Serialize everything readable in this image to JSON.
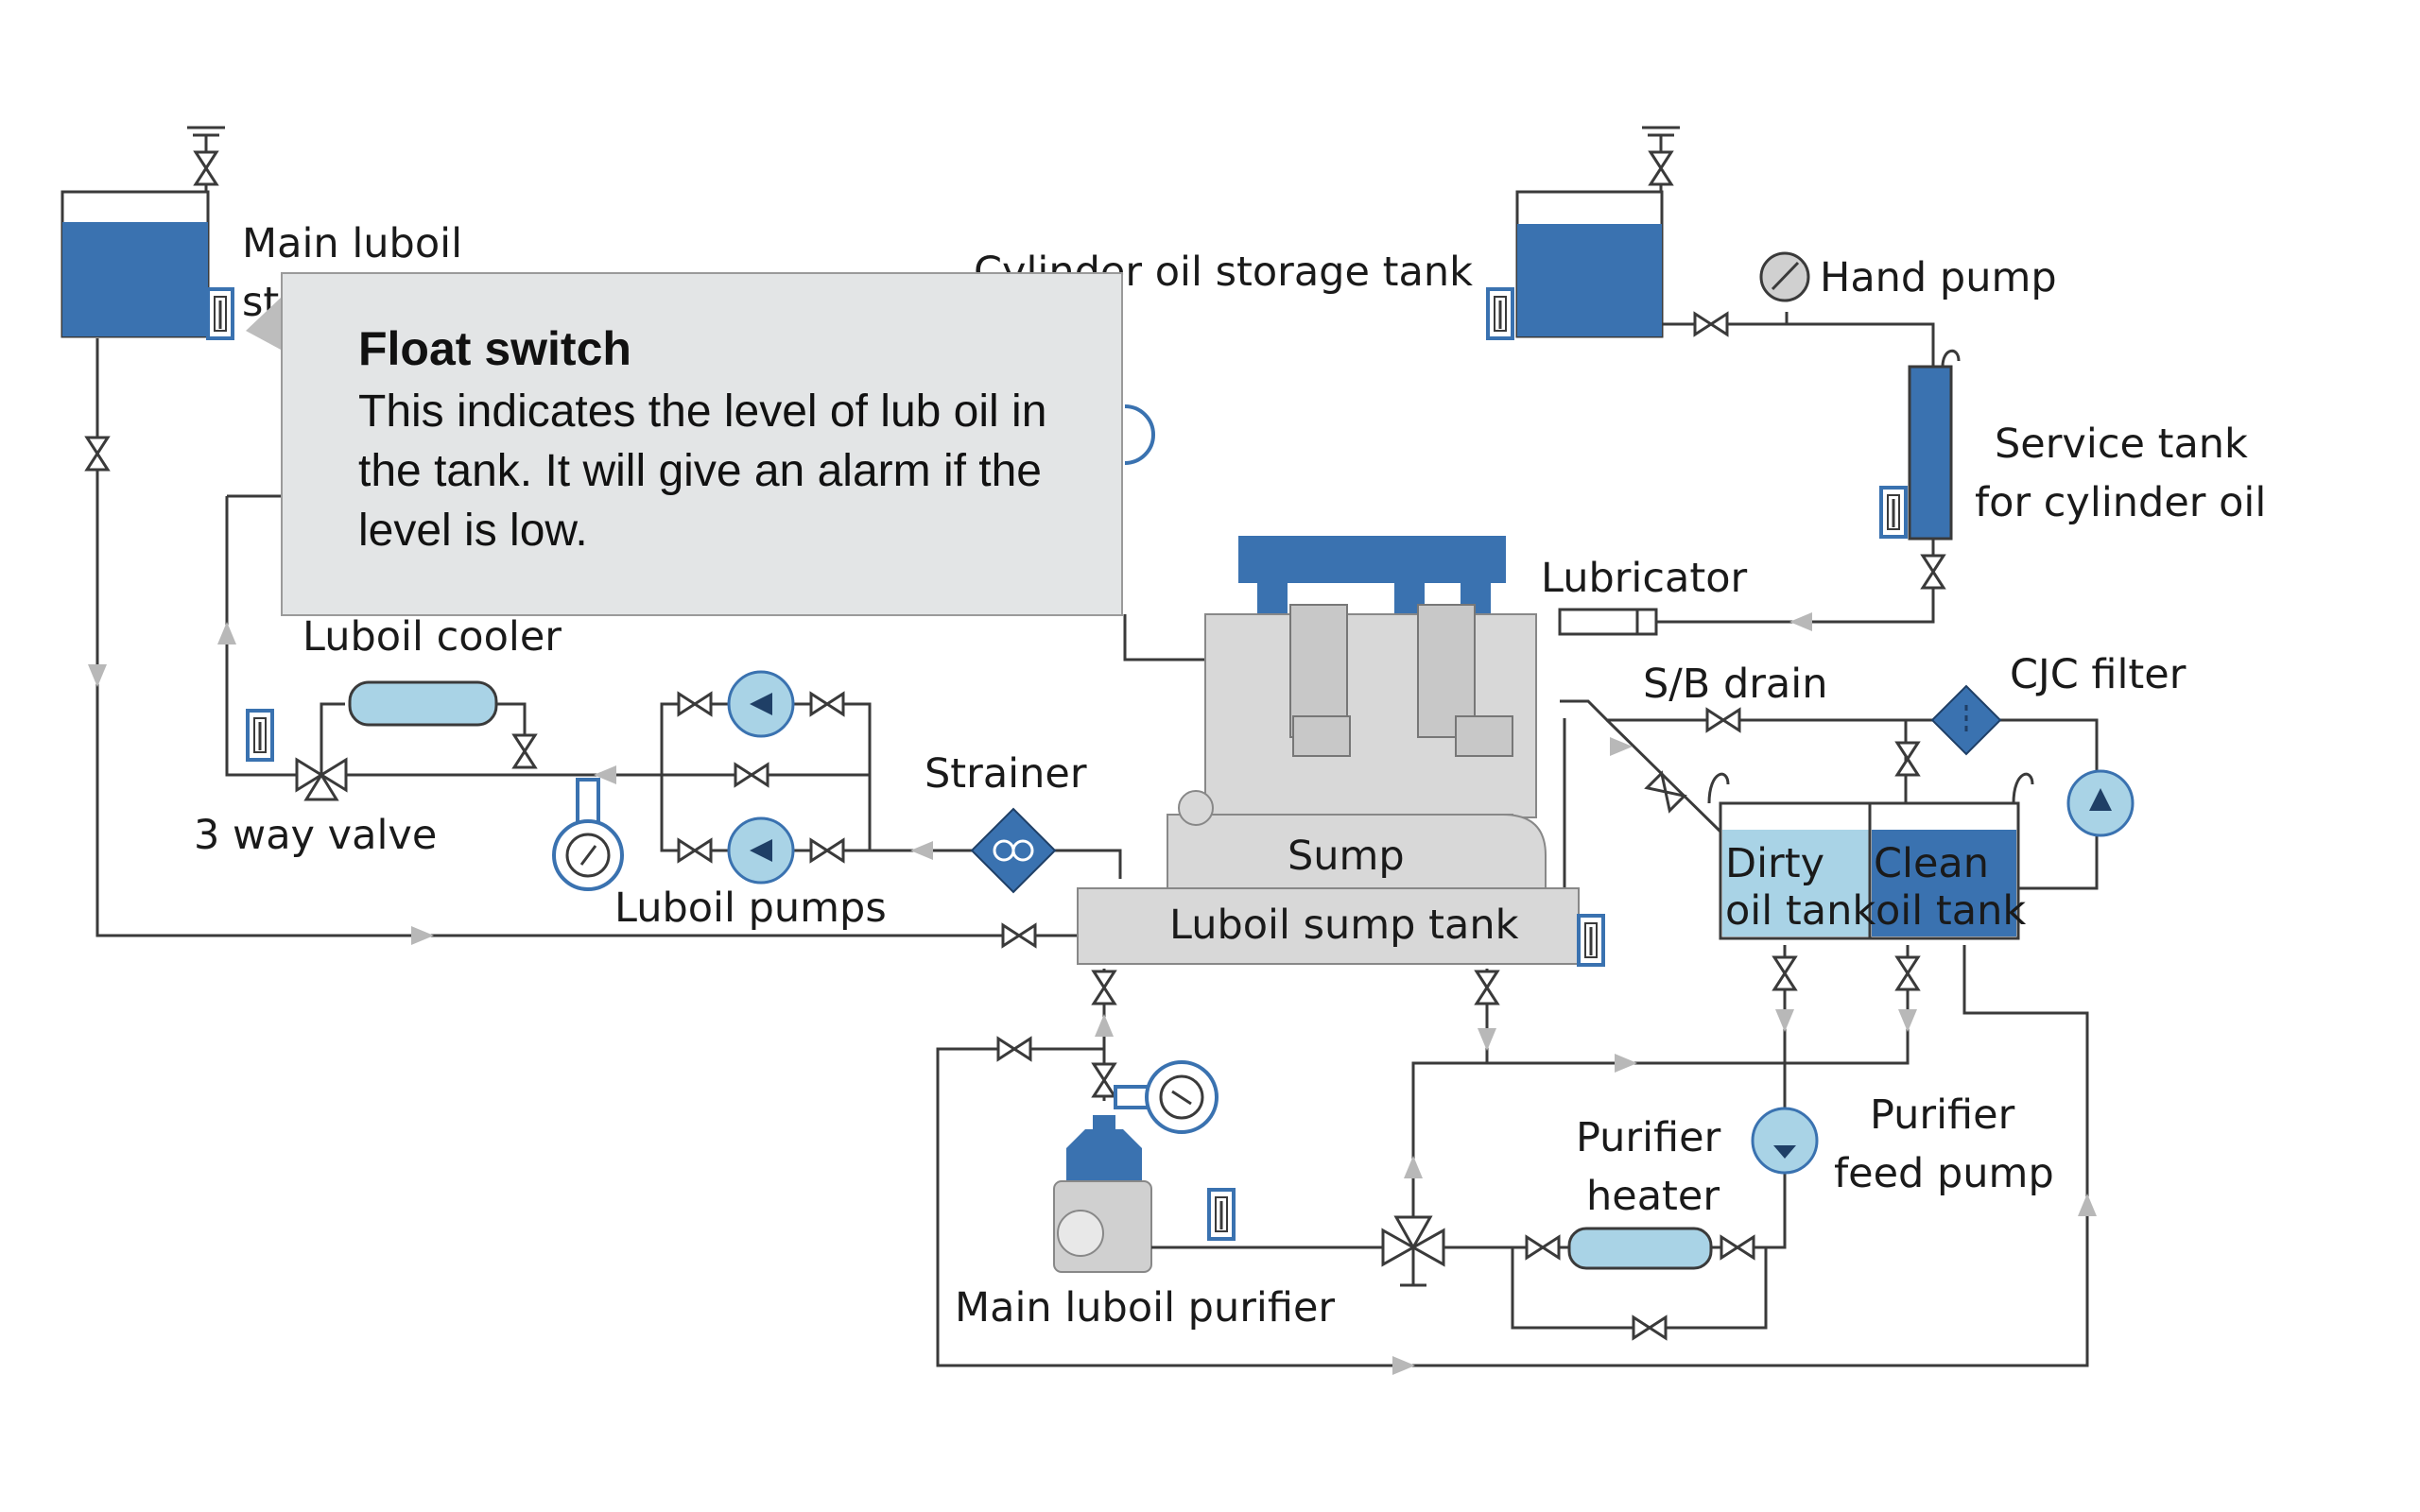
{
  "labels": {
    "main_luboil": "Main luboil",
    "main_luboil_partial": "st",
    "cylinder_oil_storage_tank": "Cylinder oil storage tank",
    "hand_pump": "Hand pump",
    "service_tank_l1": "Service tank",
    "service_tank_l2": "for cylinder oil",
    "lubricator": "Lubricator",
    "luboil_cooler": "Luboil cooler",
    "three_way_valve": "3 way valve",
    "luboil_pumps": "Luboil pumps",
    "strainer": "Strainer",
    "sump": "Sump",
    "luboil_sump_tank": "Luboil sump tank",
    "sb_drain": "S/B drain",
    "cjc_filter": "CJC filter",
    "dirty_tank_l1": "Dirty",
    "dirty_tank_l2": "oil tank",
    "clean_tank_l1": "Clean",
    "clean_tank_l2": "oil tank",
    "purifier_heater_l1": "Purifier",
    "purifier_heater_l2": "heater",
    "purifier_feed_pump_l1": "Purifier",
    "purifier_feed_pump_l2": "feed pump",
    "main_luboil_purifier": "Main luboil purifier"
  },
  "tooltip": {
    "title": "Float  switch",
    "body": "This indicates the level of lub oil in the tank. It will give an alarm if the level is low."
  },
  "colors": {
    "tank_blue": "#3a72b0",
    "light_blue": "#a9d3e6",
    "engine_grey": "#d8d8d8",
    "pipe": "#3a3a3a",
    "arrow": "#b8b8b8"
  }
}
